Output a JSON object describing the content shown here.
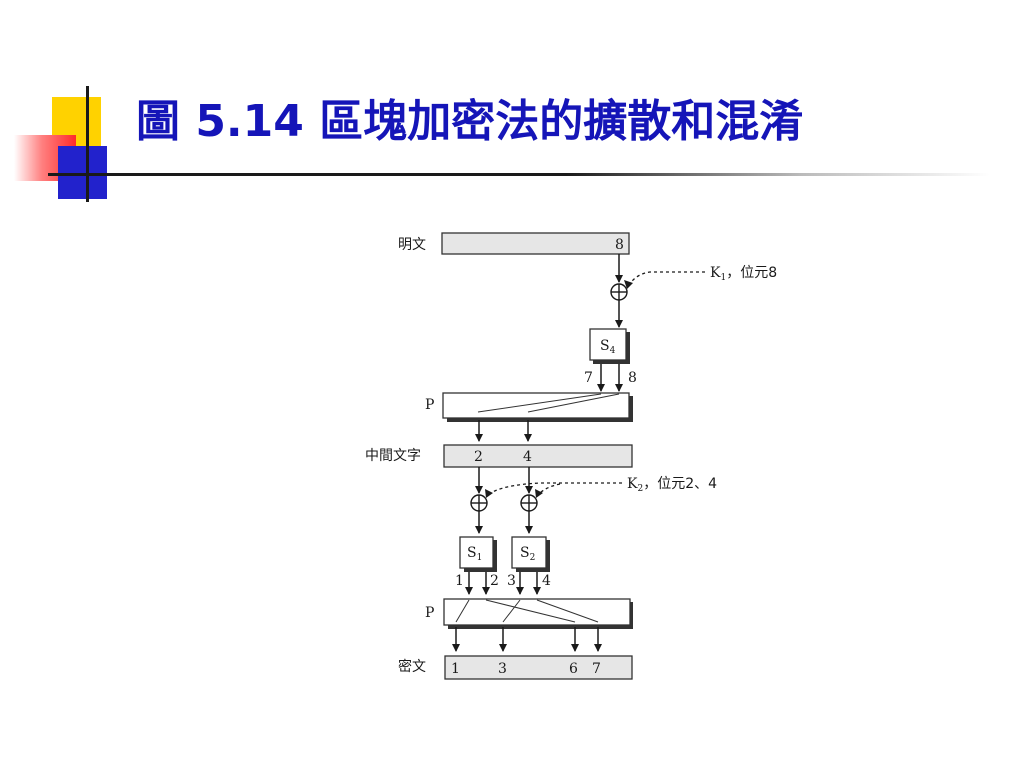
{
  "slide": {
    "title": "圖 5.14 區塊加密法的擴散和混淆"
  },
  "diagram": {
    "plaintext_label": "明文",
    "plaintext_bits": [
      "8"
    ],
    "key1": {
      "label": "K",
      "sub": "1",
      "suffix": "，位元8"
    },
    "s4": {
      "label": "S",
      "sub": "4"
    },
    "s4_outputs": [
      "7",
      "8"
    ],
    "p_label_1": "P",
    "middle_label": "中間文字",
    "middle_bits": [
      "2",
      "4"
    ],
    "key2": {
      "label": "K",
      "sub": "2",
      "suffix": "，位元2、4"
    },
    "s1": {
      "label": "S",
      "sub": "1"
    },
    "s2": {
      "label": "S",
      "sub": "2"
    },
    "s1_outputs": [
      "1",
      "2"
    ],
    "s2_outputs": [
      "3",
      "4"
    ],
    "p_label_2": "P",
    "ciphertext_label": "密文",
    "ciphertext_bits": [
      "1",
      "3",
      "6",
      "7"
    ],
    "xor_symbol": "⊕"
  },
  "colors": {
    "title": "#1515b8",
    "deco_yellow": "#ffd200",
    "deco_red": "#ff2a2a",
    "deco_blue": "#2222cc"
  }
}
